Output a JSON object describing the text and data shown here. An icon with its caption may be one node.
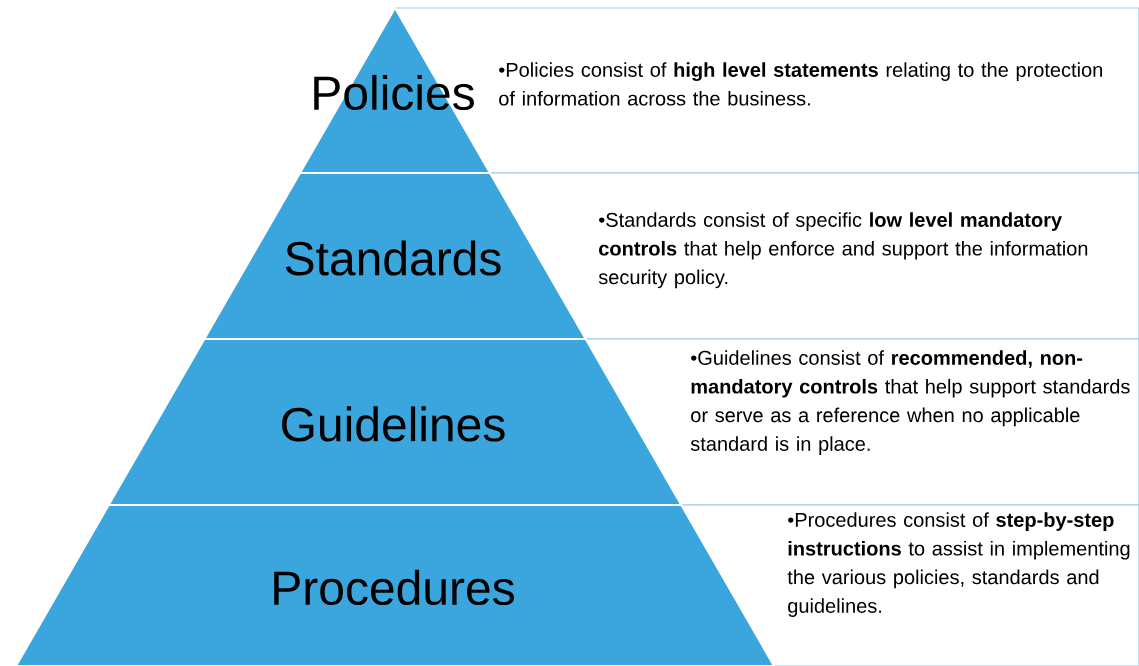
{
  "diagram": {
    "nodes": [
      {
        "text": [
          "Policies"
        ]
      },
      {
        "text": [
          "•Policies consist of **high level statements** relating to the protection of information across the business."
        ]
      },
      {
        "text": [
          "Standards"
        ]
      },
      {
        "text": [
          "•Standards consist of specific **low level mandatory controls** that help enforce and support the information security policy."
        ]
      },
      {
        "text": [
          "Guidelines"
        ]
      },
      {
        "text": [
          "•Guidelines consist of **recommended, non-mandatory controls** that help support standards or serve as a reference when no applicable standard is in place."
        ]
      },
      {
        "text": [
          "Procedures"
        ]
      },
      {
        "text": [
          "•Procedures consist of **step-by-step instructions** to assist in implementing the various policies, standards and guidelines."
        ]
      }
    ]
  }
}
